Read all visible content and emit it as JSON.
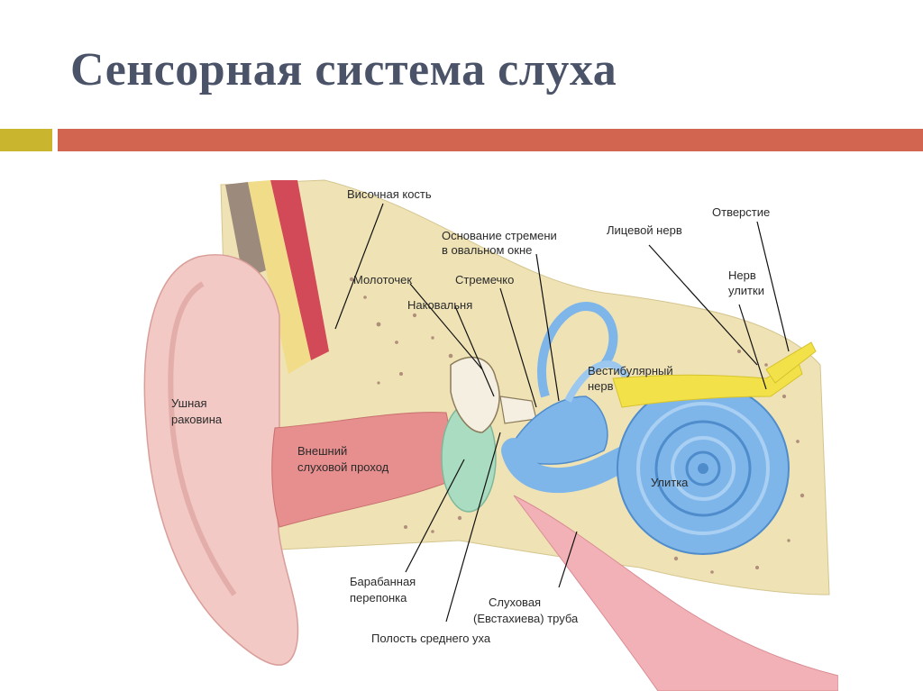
{
  "slide": {
    "title": "Сенсорная система слуха",
    "colors": {
      "title": "#4b5368",
      "bar_left": "#c9b62e",
      "bar_right": "#d2654f"
    }
  },
  "diagram": {
    "labels": {
      "temporal_bone": "Височная кость",
      "stapes_base_line1": "Основание стремени",
      "stapes_base_line2": "в овальном окне",
      "facial_nerve": "Лицевой нерв",
      "opening": "Отверстие",
      "cochlear_nerve_line1": "Нерв",
      "cochlear_nerve_line2": "улитки",
      "malleus": "Молоточек",
      "stapes": "Стремечко",
      "incus": "Наковальня",
      "vestibular_nerve_line1": "Вестибулярный",
      "vestibular_nerve_line2": "нерв",
      "auricle_line1": "Ушная",
      "auricle_line2": "раковина",
      "ear_canal_line1": "Внешний",
      "ear_canal_line2": "слуховой проход",
      "cochlea": "Улитка",
      "eardrum_line1": "Барабанная",
      "eardrum_line2": "перепонка",
      "eustachian_line1": "Слуховая",
      "eustachian_line2": "(Евстахиева) труба",
      "middle_ear_cavity": "Полость среднего уха"
    },
    "colors": {
      "bone": "#efe3b6",
      "skin": "#f2c9c5",
      "canal": "#e68f8e",
      "cochlea": "#7fb6ea",
      "nerve": "#f3e14a",
      "eardrum": "#a9dcc0"
    }
  }
}
